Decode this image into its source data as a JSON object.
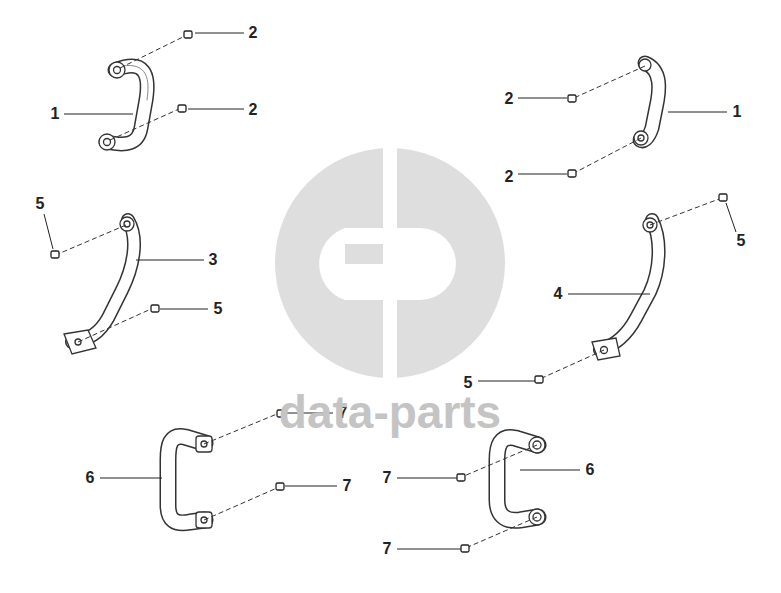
{
  "diagram": {
    "labels": [
      "2",
      "1",
      "2",
      "2",
      "1",
      "2",
      "5",
      "3",
      "5",
      "5",
      "4",
      "5",
      "7",
      "6",
      "7",
      "7",
      "6",
      "7",
      "data-parts"
    ]
  }
}
